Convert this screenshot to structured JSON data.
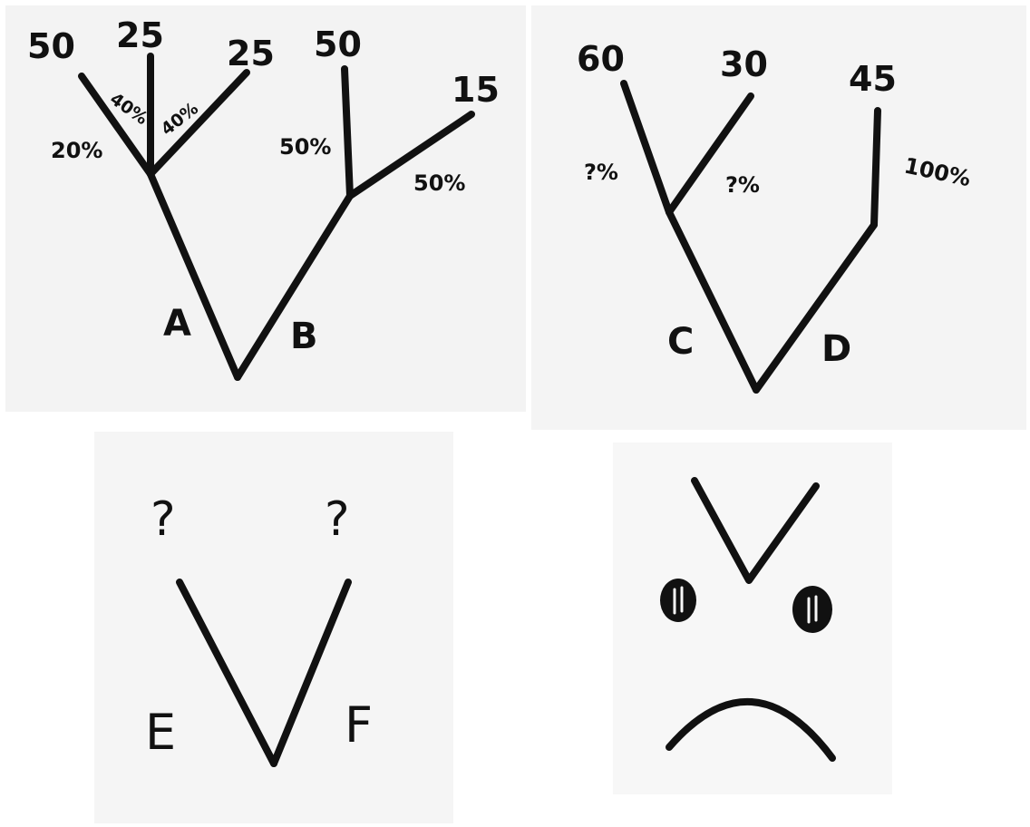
{
  "trees": {
    "ab": {
      "node_a": "A",
      "node_b": "B",
      "leaves_a": [
        "50",
        "25",
        "25"
      ],
      "leaves_b": [
        "50",
        "15"
      ],
      "branch_pcts_a": [
        "20%",
        "40%",
        "40%"
      ],
      "branch_pcts_b": [
        "50%",
        "50%"
      ]
    },
    "cd": {
      "node_c": "C",
      "node_d": "D",
      "leaves_c": [
        "60",
        "30"
      ],
      "leaves_d": [
        "45"
      ],
      "branch_pcts_c": [
        "?%",
        "?%"
      ],
      "branch_pcts_d": [
        "100%"
      ]
    },
    "ef": {
      "node_e": "E",
      "node_f": "F",
      "marks": [
        "?",
        "?"
      ]
    }
  },
  "sad_face": {
    "icon": "frowning-face-icon"
  }
}
